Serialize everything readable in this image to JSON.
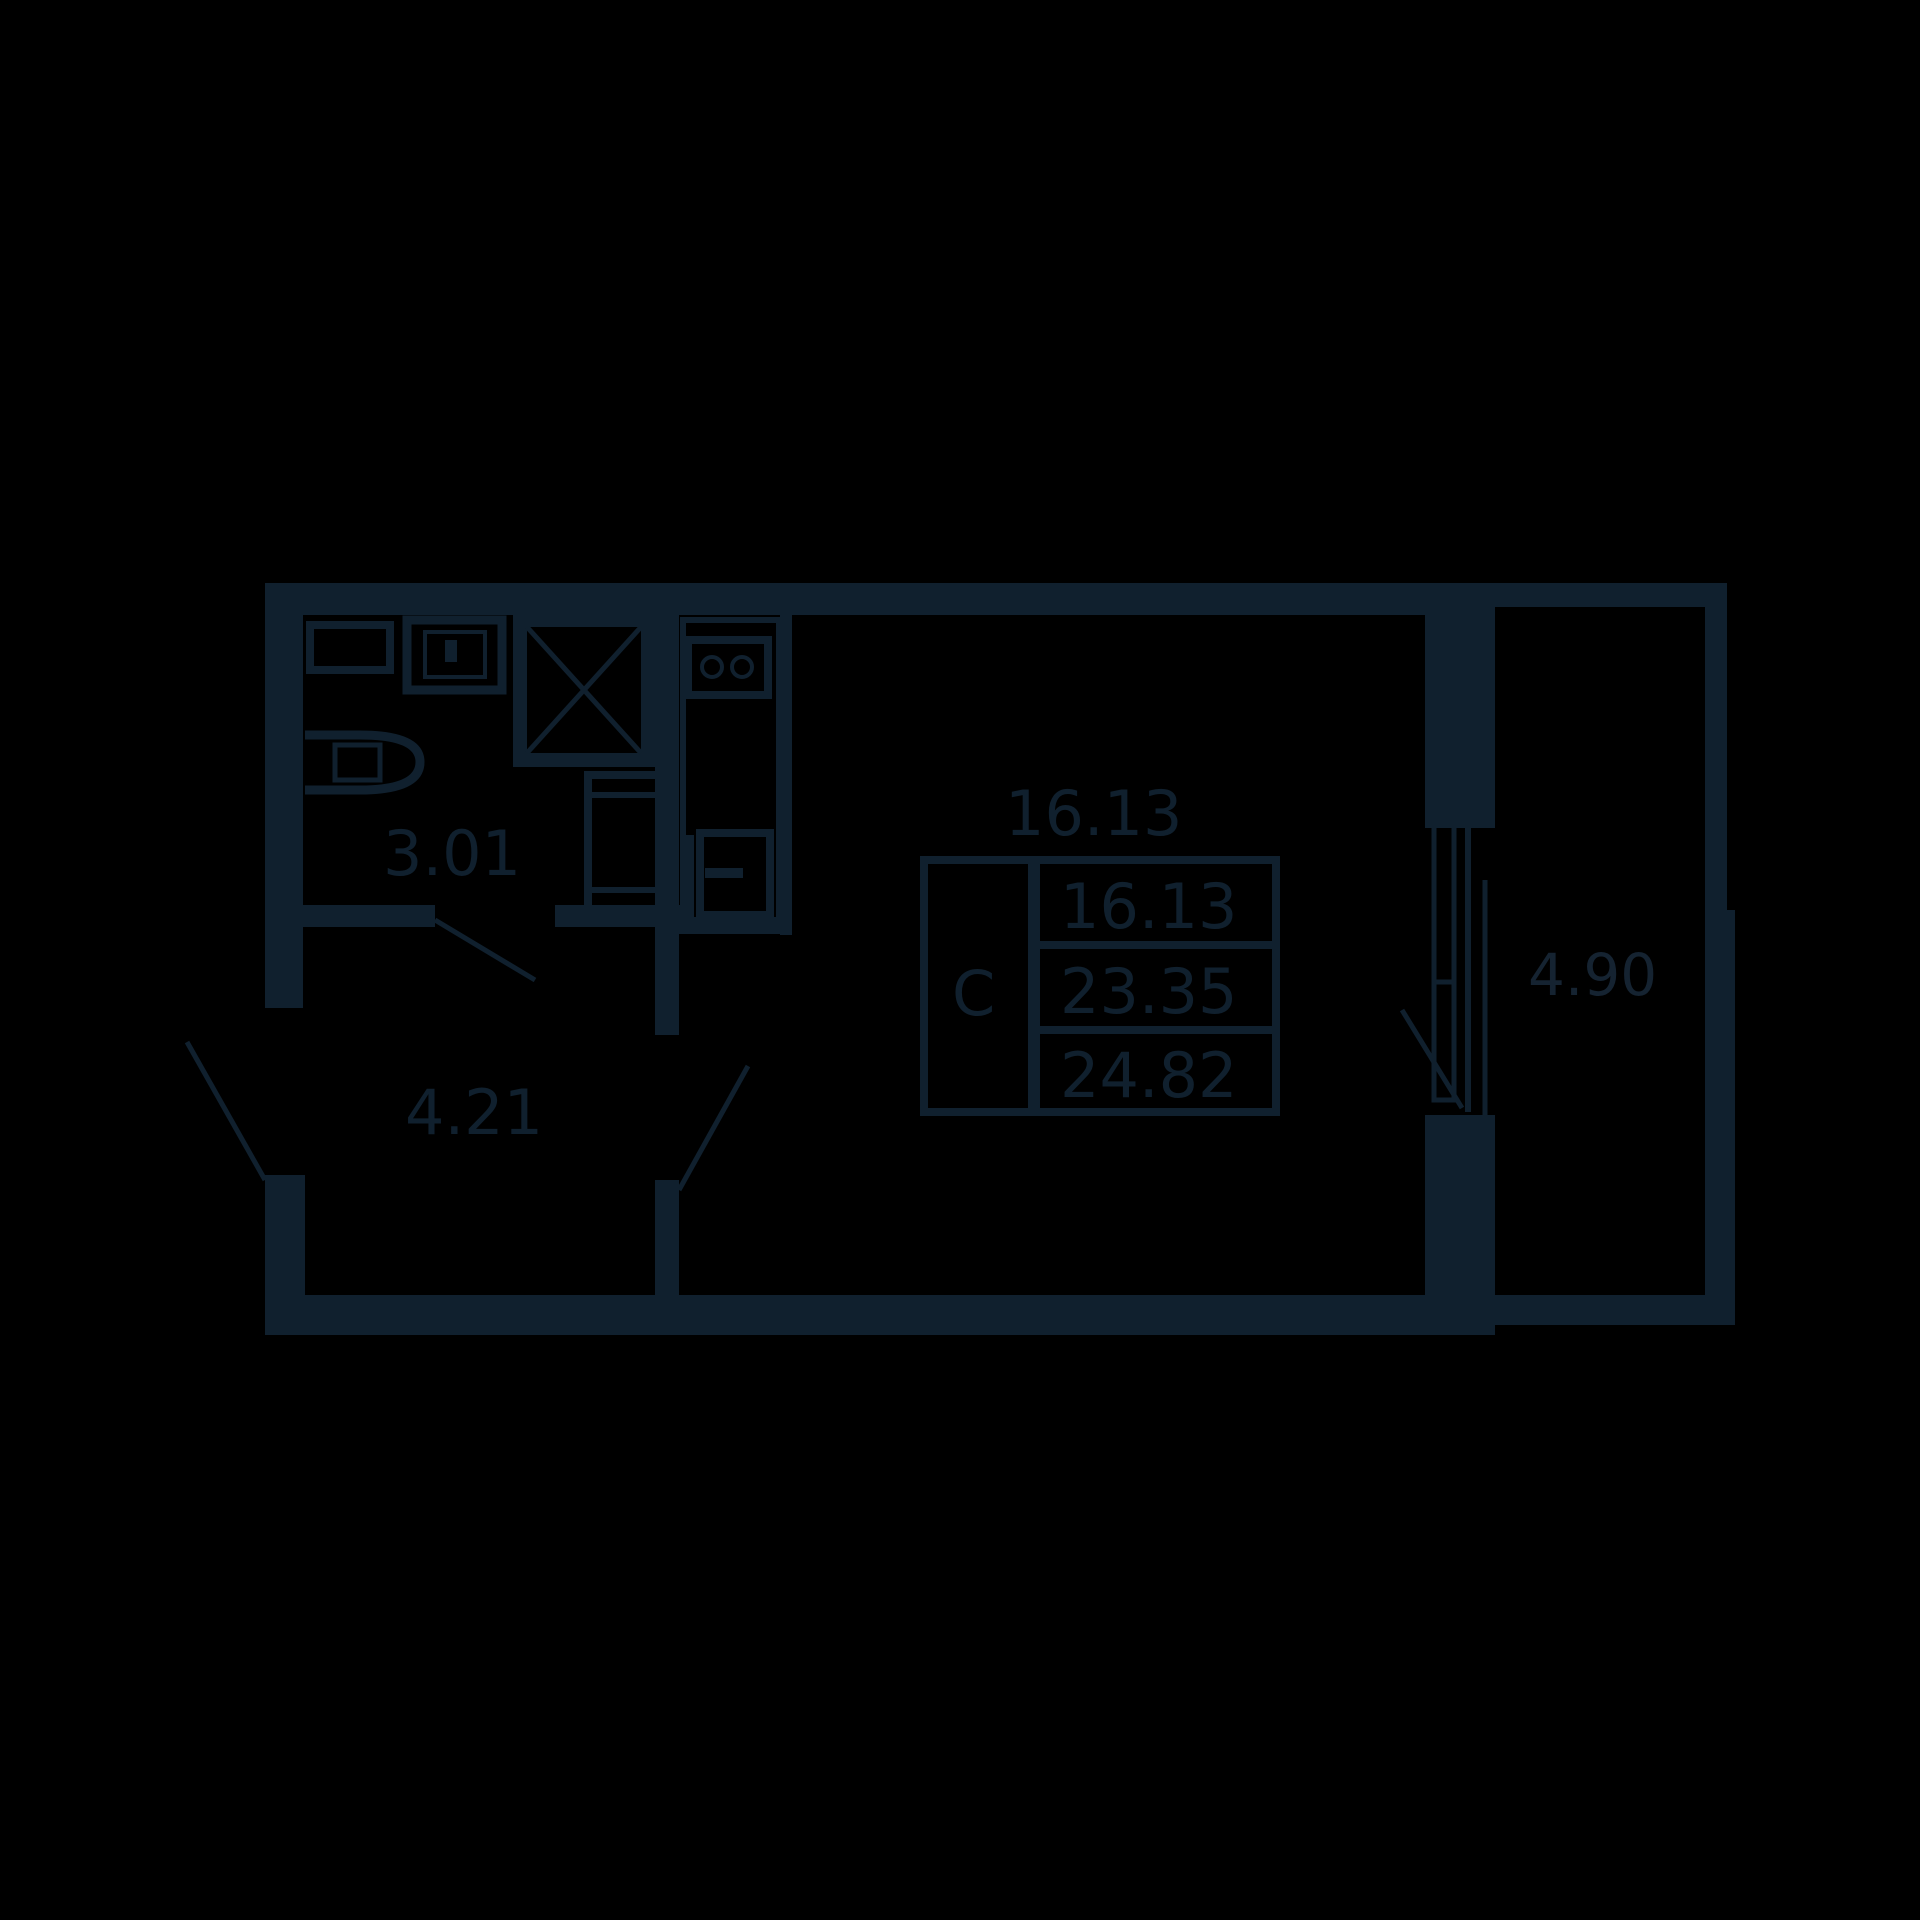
{
  "plan": {
    "type": "Apartment floor plan (studio)",
    "background_color": "#000000",
    "line_color": "#10202e",
    "rooms": [
      {
        "id": "bathroom",
        "area": "3.01"
      },
      {
        "id": "hallway",
        "area": "4.21"
      },
      {
        "id": "living-room",
        "area": "16.13"
      },
      {
        "id": "balcony",
        "area": "4.90"
      }
    ],
    "summary_table": {
      "type_label": "С",
      "living_area": "16.13",
      "total_area": "23.35",
      "total_area_with_balcony": "24.82"
    },
    "fixtures": [
      "bathtub",
      "sink",
      "toilet",
      "ventilation-shaft",
      "stove",
      "kitchen-sink",
      "fridge"
    ]
  }
}
